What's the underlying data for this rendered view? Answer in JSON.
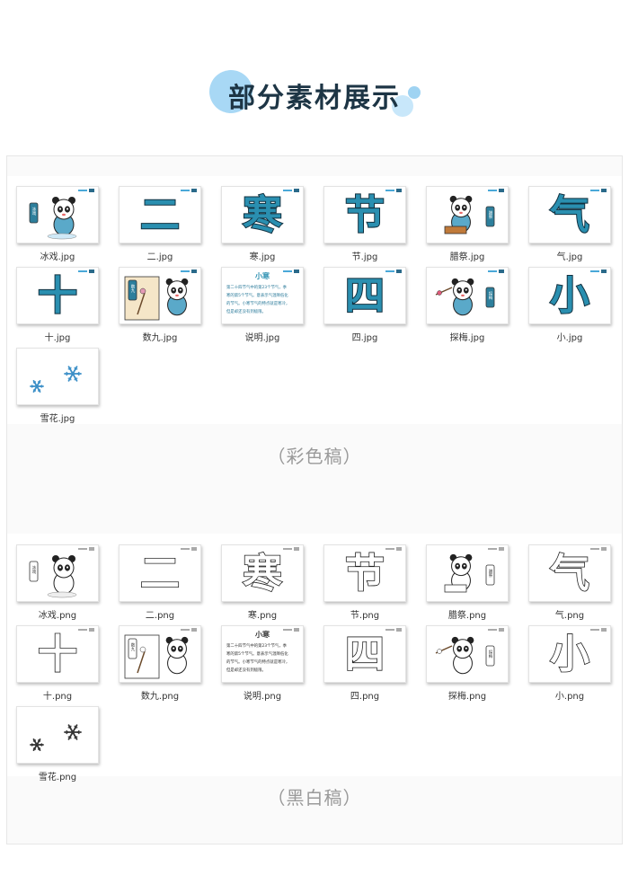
{
  "header": {
    "title": "部分素材展示"
  },
  "color_section": {
    "label": "（彩色稿）",
    "items": [
      {
        "caption": "冰戏.jpg",
        "art": "panda-skate",
        "label_text": "冰戏"
      },
      {
        "caption": "二.jpg",
        "art": "char",
        "char": "二"
      },
      {
        "caption": "寒.jpg",
        "art": "char",
        "char": "寒"
      },
      {
        "caption": "节.jpg",
        "art": "char",
        "char": "节"
      },
      {
        "caption": "腊祭.jpg",
        "art": "panda-altar",
        "label_text": "腊祭"
      },
      {
        "caption": "气.jpg",
        "art": "char",
        "char": "气"
      },
      {
        "caption": "十.jpg",
        "art": "char",
        "char": "十"
      },
      {
        "caption": "数九.jpg",
        "art": "panda-scroll",
        "label_text": "数九"
      },
      {
        "caption": "说明.jpg",
        "art": "text",
        "heading": "小寒",
        "lines": [
          "第二十四节气中的第23个节气，季",
          "寒的第5个节气。意表示气温降低化",
          "的节气。小寒节气的特点就是寒冷，",
          "但是却还没有到极限。"
        ]
      },
      {
        "caption": "四.jpg",
        "art": "char",
        "char": "四"
      },
      {
        "caption": "探梅.jpg",
        "art": "panda-plum",
        "label_text": "探梅"
      },
      {
        "caption": "小.jpg",
        "art": "char",
        "char": "小"
      },
      {
        "caption": "雪花.jpg",
        "art": "snow"
      }
    ]
  },
  "bw_section": {
    "label": "（黑白稿）",
    "items": [
      {
        "caption": "冰戏.png",
        "art": "panda-skate",
        "label_text": "冰戏"
      },
      {
        "caption": "二.png",
        "art": "char",
        "char": "二"
      },
      {
        "caption": "寒.png",
        "art": "char",
        "char": "寒"
      },
      {
        "caption": "节.png",
        "art": "char",
        "char": "节"
      },
      {
        "caption": "腊祭.png",
        "art": "panda-altar",
        "label_text": "腊祭"
      },
      {
        "caption": "气.png",
        "art": "char",
        "char": "气"
      },
      {
        "caption": "十.png",
        "art": "char",
        "char": "十"
      },
      {
        "caption": "数九.png",
        "art": "panda-scroll",
        "label_text": "数九"
      },
      {
        "caption": "说明.png",
        "art": "text",
        "heading": "小寒",
        "lines": [
          "第二十四节气中的第23个节气，季",
          "寒的第5个节气。意表示气温降低化",
          "的节气。小寒节气的特点就是寒冷，",
          "但是却还没有到极限。"
        ]
      },
      {
        "caption": "四.png",
        "art": "char",
        "char": "四"
      },
      {
        "caption": "探梅.png",
        "art": "panda-plum",
        "label_text": "探梅"
      },
      {
        "caption": "小.png",
        "art": "char",
        "char": "小"
      },
      {
        "caption": "雪花.png",
        "art": "snow"
      }
    ]
  },
  "colors": {
    "title": "#1d3545",
    "accent_teal": "#2a8fb0",
    "accent_dark": "#1a6c8a",
    "bubble": "#a8d8f5",
    "label_gray": "#9a9a9a"
  }
}
